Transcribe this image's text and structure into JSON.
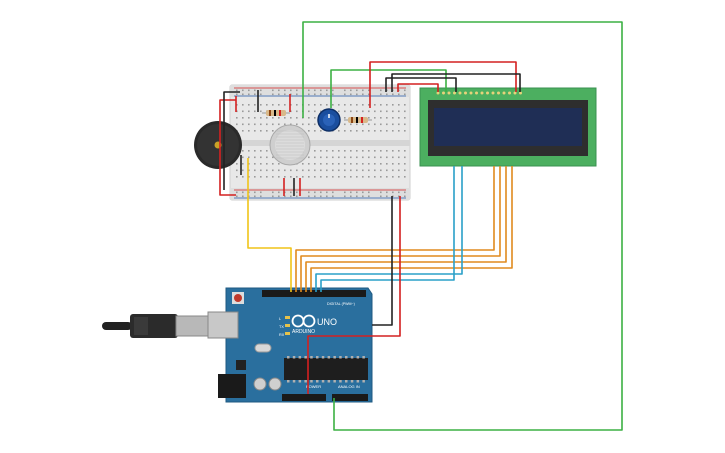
{
  "arduino": {
    "brand": "ARDUINO",
    "model": "UNO",
    "digital_header": "DIGITAL (PWM~)",
    "power_header": "POWER",
    "analog_header": "ANALOG IN",
    "tx_label": "TX",
    "rx_label": "RX",
    "l_label": "L"
  },
  "colors": {
    "board": "#2a6f9e",
    "breadboard": "#e8e8e8",
    "lcd_pcb": "#4caf60",
    "lcd_screen": "#1f2e55",
    "wire_green": "#3cb043",
    "wire_red": "#d42020",
    "wire_black": "#222222",
    "wire_orange": "#e08a1e",
    "wire_blue": "#2aa0c8",
    "wire_yellow": "#f0c419"
  }
}
